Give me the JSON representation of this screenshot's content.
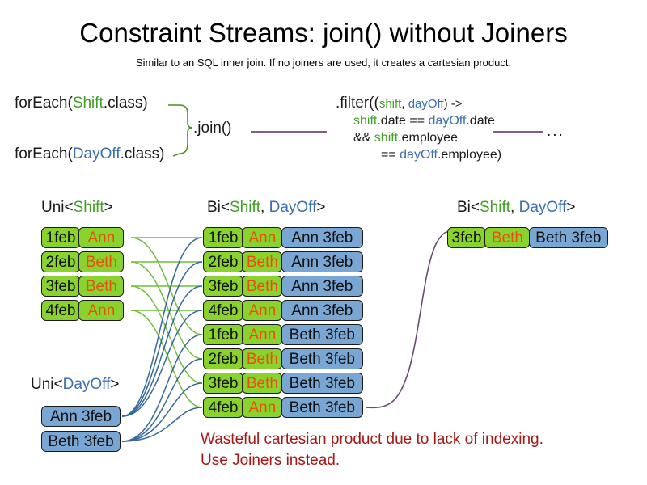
{
  "header": {
    "title": "Constraint Streams: join() without Joiners",
    "subtitle": "Similar to an SQL inner join. If no joiners are used, it creates a cartesian product."
  },
  "code": {
    "foreach_shift": {
      "prefix": "forEach(",
      "type": "Shift",
      "suffix": ".class)"
    },
    "foreach_dayoff": {
      "prefix": "forEach(",
      "type": "DayOff",
      "suffix": ".class)"
    },
    "join_label": ".join()",
    "ellipsis": "...",
    "filter": {
      "line1_prefix": ".filter((",
      "line1_shift": "shift",
      "line1_comma": ", ",
      "line1_dayoff": "dayOff",
      "line1_suffix": ") ->",
      "line2_shift": "shift",
      "line2_mid": ".date == ",
      "line2_dayoff": "dayOff",
      "line2_end": ".date",
      "line3_prefix": "&& ",
      "line3_shift": "shift",
      "line3_end": ".employee",
      "line4_prefix": "== ",
      "line4_dayoff": "dayOff",
      "line4_end": ".employee)"
    }
  },
  "streams": {
    "uni_shift_label": {
      "prefix": "Uni<",
      "type": "Shift",
      "suffix": ">"
    },
    "uni_dayoff_label": {
      "prefix": "Uni<",
      "type": "DayOff",
      "suffix": ">"
    },
    "bi_mid_label": {
      "prefix": "Bi<",
      "type_a": "Shift",
      "comma": ", ",
      "type_b": "DayOff",
      "suffix": ">"
    },
    "bi_right_label": {
      "prefix": "Bi<",
      "type_a": "Shift",
      "comma": ", ",
      "type_b": "DayOff",
      "suffix": ">"
    }
  },
  "shifts": [
    {
      "date": "1feb",
      "employee": "Ann"
    },
    {
      "date": "2feb",
      "employee": "Beth"
    },
    {
      "date": "3feb",
      "employee": "Beth"
    },
    {
      "date": "4feb",
      "employee": "Ann"
    }
  ],
  "daysOff": [
    {
      "pair": "Ann 3feb"
    },
    {
      "pair": "Beth 3feb"
    }
  ],
  "cartesian": [
    {
      "date": "1feb",
      "employee": "Ann",
      "dayOff": "Ann 3feb"
    },
    {
      "date": "2feb",
      "employee": "Beth",
      "dayOff": "Ann 3feb"
    },
    {
      "date": "3feb",
      "employee": "Beth",
      "dayOff": "Ann 3feb"
    },
    {
      "date": "4feb",
      "employee": "Ann",
      "dayOff": "Ann 3feb"
    },
    {
      "date": "1feb",
      "employee": "Ann",
      "dayOff": "Beth 3feb"
    },
    {
      "date": "2feb",
      "employee": "Beth",
      "dayOff": "Beth 3feb"
    },
    {
      "date": "3feb",
      "employee": "Beth",
      "dayOff": "Beth 3feb"
    },
    {
      "date": "4feb",
      "employee": "Ann",
      "dayOff": "Beth 3feb"
    }
  ],
  "result": {
    "date": "3feb",
    "employee": "Beth",
    "dayOff": "Beth 3feb"
  },
  "note": {
    "line1": "Wasteful cartesian product due to lack of indexing.",
    "line2": "Use Joiners instead."
  },
  "colors": {
    "shift_green": "#8ad32e",
    "dayoff_blue": "#7aa6d4",
    "shift_text_green": "#3ea023",
    "dayoff_text_blue": "#3a6fb0",
    "employee_orange": "#e8500f",
    "warning_red": "#a81616",
    "connector_purple": "#6b4a72"
  }
}
